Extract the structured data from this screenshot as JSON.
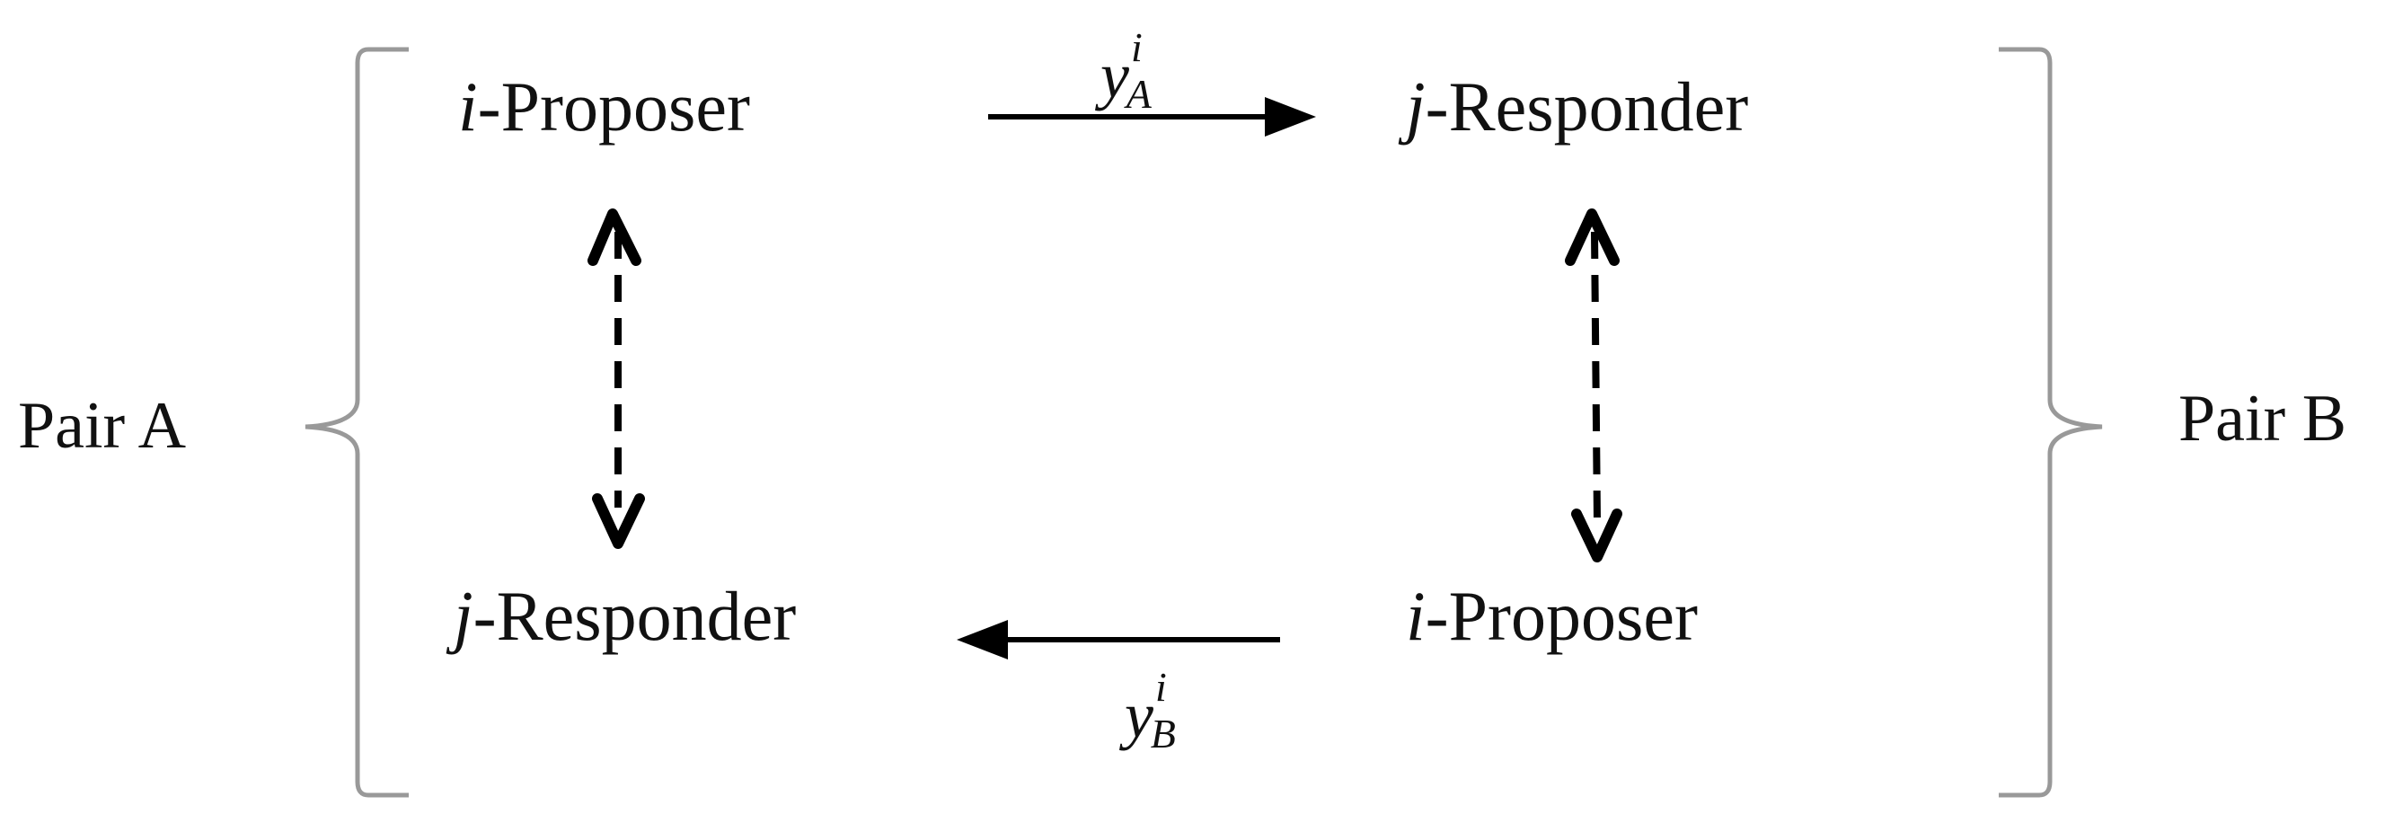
{
  "diagram": {
    "nodes": {
      "top_left": {
        "var": "i",
        "role": "-Proposer"
      },
      "top_right": {
        "var": "j",
        "role": "-Responder"
      },
      "bottom_left": {
        "var": "j",
        "role": "-Responder"
      },
      "bottom_right": {
        "var": "i",
        "role": "-Proposer"
      }
    },
    "edges": {
      "top": {
        "base": "y",
        "sub": "A",
        "sup": "i"
      },
      "bottom": {
        "base": "y",
        "sub": "B",
        "sup": "i"
      }
    },
    "pairs": {
      "left": "Pair A",
      "right": "Pair B"
    },
    "colors": {
      "text": "#111111",
      "arrow": "#000000",
      "bracket": "#999999",
      "background": "#ffffff"
    }
  }
}
